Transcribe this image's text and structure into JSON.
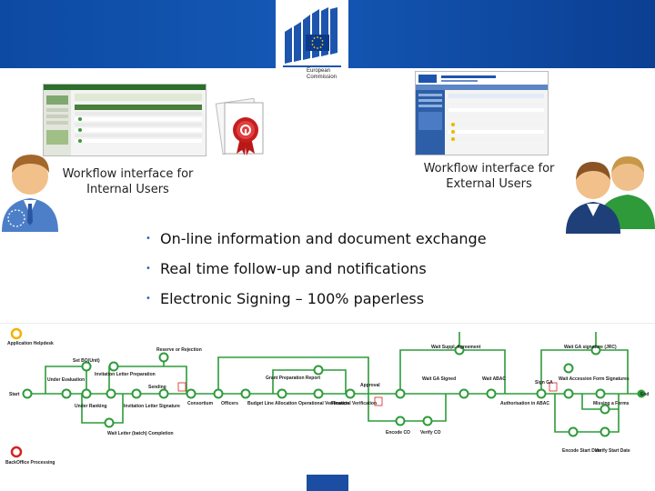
{
  "header": {
    "brand_line1": "European",
    "brand_line2": "Commission"
  },
  "captions": {
    "internal": "Workflow interface for Internal Users",
    "external": "Workflow interface for External Users"
  },
  "bullets": [
    "On-line information and document exchange",
    "Real time follow-up and notifications",
    "Electronic Signing – 100% paperless"
  ],
  "workflow": {
    "labels": [
      "Application Helpdesk",
      "Set BO(Unit)",
      "Reserve or Rejection",
      "Invitation Letter Preparation",
      "Under Evaluation",
      "Start",
      "Under Ranking",
      "Invitation Letter Signature",
      "Sending",
      "Consortium",
      "Grant Preparation Report",
      "Officers",
      "Budget Line Allocation",
      "Operational Verification",
      "Financial Verification",
      "Approval",
      "Wait Letter (batch) Completion",
      "Wait Suppl. Agreement",
      "Wait GA Signed",
      "Wait ABAC",
      "Authorisation in ABAC",
      "Encode CO",
      "Verify CO",
      "Wait GA signature (JRC)",
      "Sign GA",
      "Wait Accession Form Signatures",
      "Missing a Forms",
      "Encode Start Date",
      "Verify Start Date",
      "End",
      "BackOffice Processing"
    ]
  },
  "colors": {
    "band": "#0d4aa3",
    "flow_line": "#2d9b3a",
    "node_ring": "#2d9b3a",
    "yellow_node": "#f0b400",
    "red_node": "#d82020"
  }
}
